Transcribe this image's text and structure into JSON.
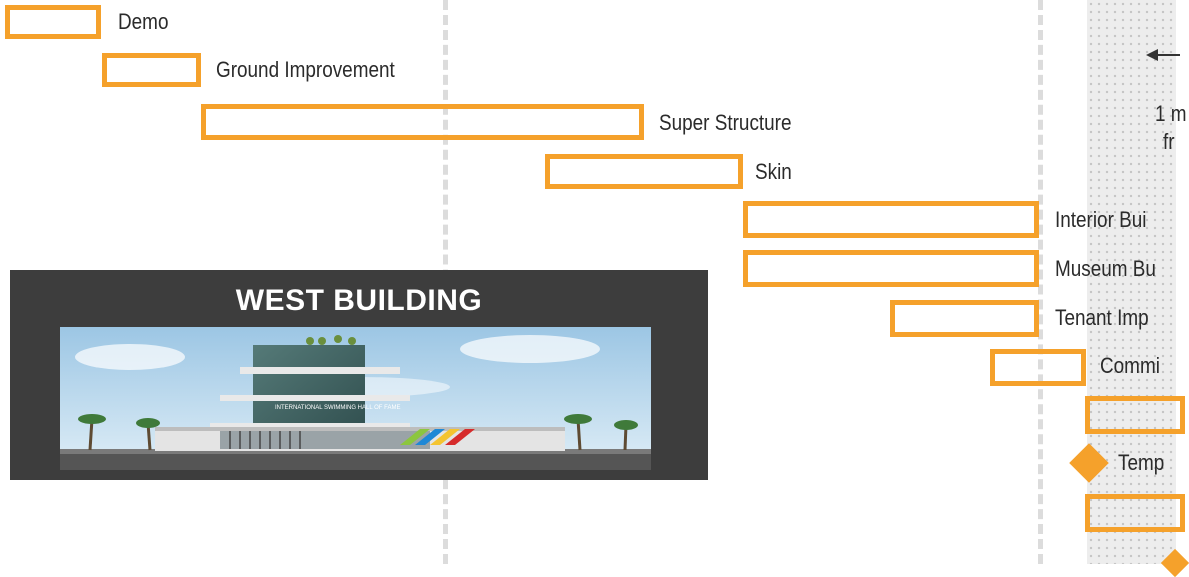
{
  "tasks": [
    {
      "label": "Demo"
    },
    {
      "label": "Ground Improvement"
    },
    {
      "label": "Super Structure"
    },
    {
      "label": "Skin"
    },
    {
      "label": "Interior Bui"
    },
    {
      "label": "Museum Bu"
    },
    {
      "label": "Tenant Imp"
    },
    {
      "label": "Commi"
    },
    {
      "label": ""
    },
    {
      "label": "Temp"
    },
    {
      "label": ""
    }
  ],
  "note": {
    "line1": "1 m",
    "line2": "fr"
  },
  "building_panel": {
    "title": "WEST BUILDING",
    "sign_text": "INTERNATIONAL SWIMMING HALL OF FAME"
  },
  "colors": {
    "bar": "#f5a12b",
    "panel": "#3d3d3d",
    "band": "#ededed"
  }
}
